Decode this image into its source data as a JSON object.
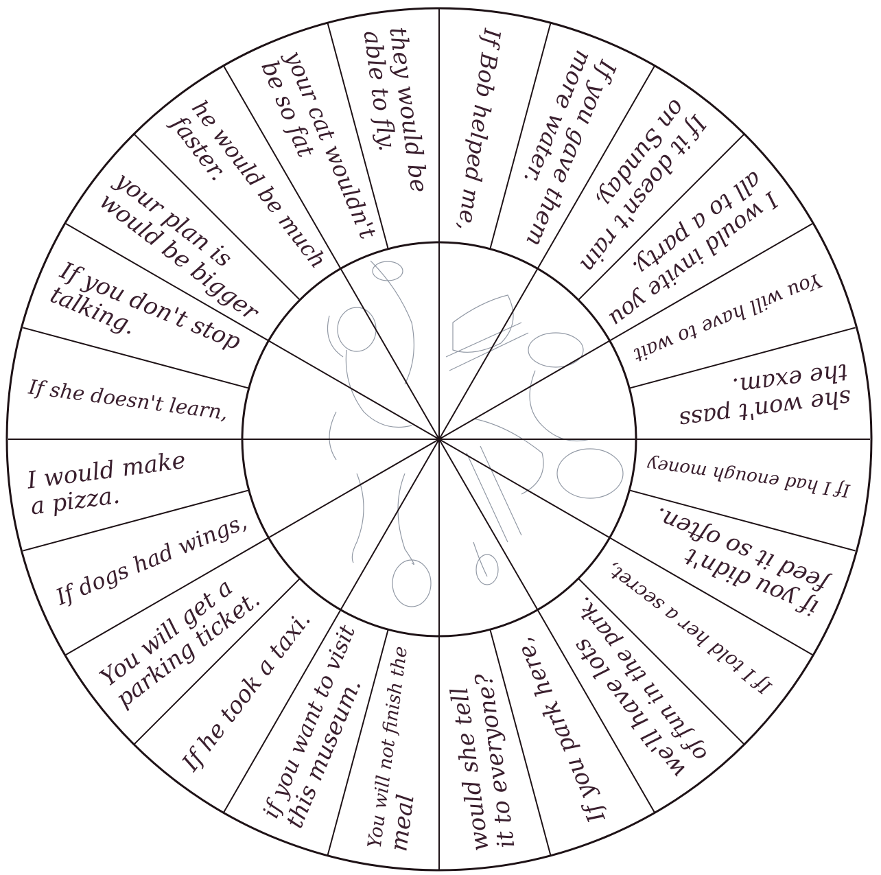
{
  "wheel": {
    "segments": [
      {
        "lines": [
          "If Bob helped me,"
        ]
      },
      {
        "lines": [
          "If you gave them",
          "more water."
        ]
      },
      {
        "lines": [
          "If it doesn't rain",
          "on Sunday,"
        ]
      },
      {
        "lines": [
          "I would invite you",
          "all to a party."
        ]
      },
      {
        "lines": [
          "You will have to wait"
        ]
      },
      {
        "lines": [
          "she won't pass",
          "the exam."
        ]
      },
      {
        "lines": [
          "If I had enough money"
        ]
      },
      {
        "lines": [
          "if you didn't",
          "feed it so often."
        ]
      },
      {
        "lines": [
          "If I told her a secret,"
        ]
      },
      {
        "lines": [
          "we'll have lots",
          "of fun in the park."
        ]
      },
      {
        "lines": [
          "If you park here,"
        ]
      },
      {
        "lines": [
          "would she tell",
          "it to everyone?"
        ]
      },
      {
        "lines": [
          "You will not finish the",
          "meal"
        ]
      },
      {
        "lines": [
          "if you want to visit",
          "this museum."
        ]
      },
      {
        "lines": [
          "If he took a taxi."
        ]
      },
      {
        "lines": [
          "You will get a",
          "parking ticket."
        ]
      },
      {
        "lines": [
          "If dogs had wings,"
        ]
      },
      {
        "lines": [
          "I would make",
          "a pizza."
        ]
      },
      {
        "lines": [
          "If she doesn't learn,"
        ]
      },
      {
        "lines": [
          "If you don't stop",
          "talking."
        ]
      },
      {
        "lines": [
          "your plan is",
          "would be bigger"
        ]
      },
      {
        "lines": [
          "he would be much",
          "faster."
        ]
      },
      {
        "lines": [
          "your cat wouldn't",
          "be so fat"
        ]
      },
      {
        "lines": [
          "they would be",
          "able to fly."
        ]
      }
    ],
    "center_image": {
      "name": "sketch-children-playing",
      "color": "#7f8896"
    }
  },
  "colors": {
    "ink": "#3a1f2e",
    "line": "#1e1216",
    "pencil": "#7f8896"
  }
}
